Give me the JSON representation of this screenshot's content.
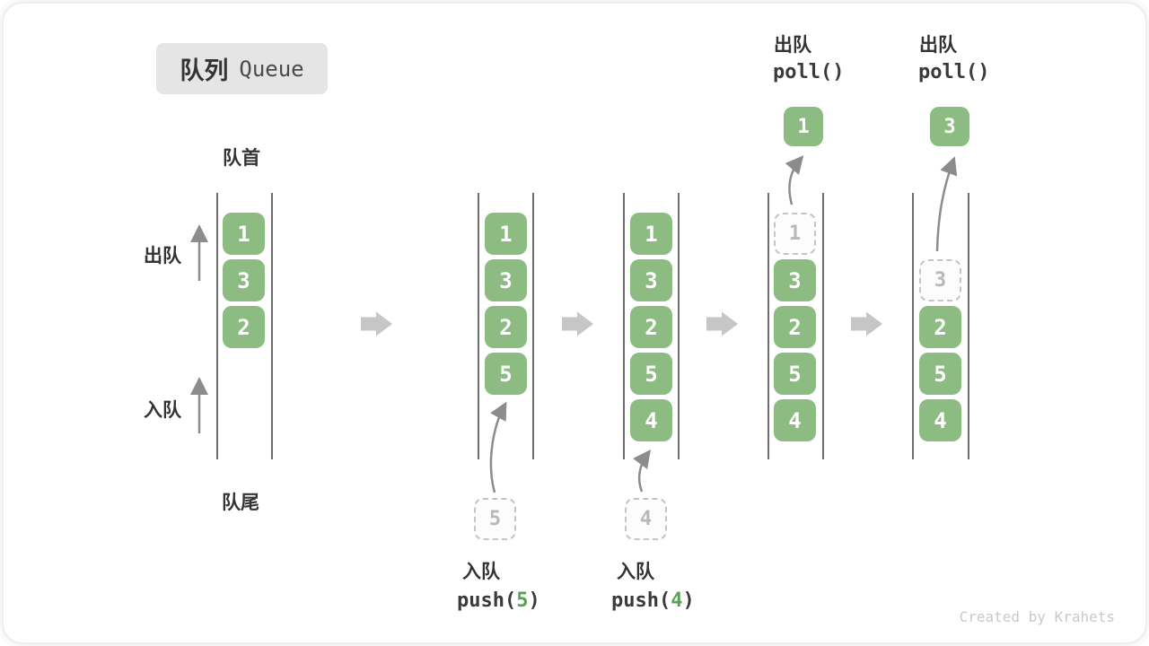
{
  "title": {
    "zh": "队列",
    "en": "Queue"
  },
  "labels": {
    "front": "队首",
    "rear": "队尾",
    "dequeue": "出队",
    "enqueue": "入队"
  },
  "operations": {
    "push_5": {
      "name_zh": "入队",
      "fn": "push(",
      "arg": "5",
      "close": ")"
    },
    "push_4": {
      "name_zh": "入队",
      "fn": "push(",
      "arg": "4",
      "close": ")"
    },
    "poll_1": {
      "name_zh": "出队",
      "fn": "poll()"
    },
    "poll_2": {
      "name_zh": "出队",
      "fn": "poll()"
    }
  },
  "states": [
    {
      "cells": [
        "1",
        "3",
        "2"
      ]
    },
    {
      "cells": [
        "1",
        "3",
        "2",
        "5"
      ],
      "incoming": "5"
    },
    {
      "cells": [
        "1",
        "3",
        "2",
        "5",
        "4"
      ],
      "incoming": "4"
    },
    {
      "cells": [
        "3",
        "2",
        "5",
        "4"
      ],
      "removed": "1",
      "polled": "1"
    },
    {
      "cells": [
        "2",
        "5",
        "4"
      ],
      "removed": "3",
      "polled": "3"
    }
  ],
  "watermark": "Created by Krahets",
  "colors": {
    "cell_green": "#8CBC82",
    "code_arg_green": "#56A356",
    "thin_arrow_gray": "#8C8C8C",
    "block_arrow_gray": "#C6C6C6",
    "badge_bg": "#E5E5E5",
    "dashed_border": "#C4C4C4"
  }
}
